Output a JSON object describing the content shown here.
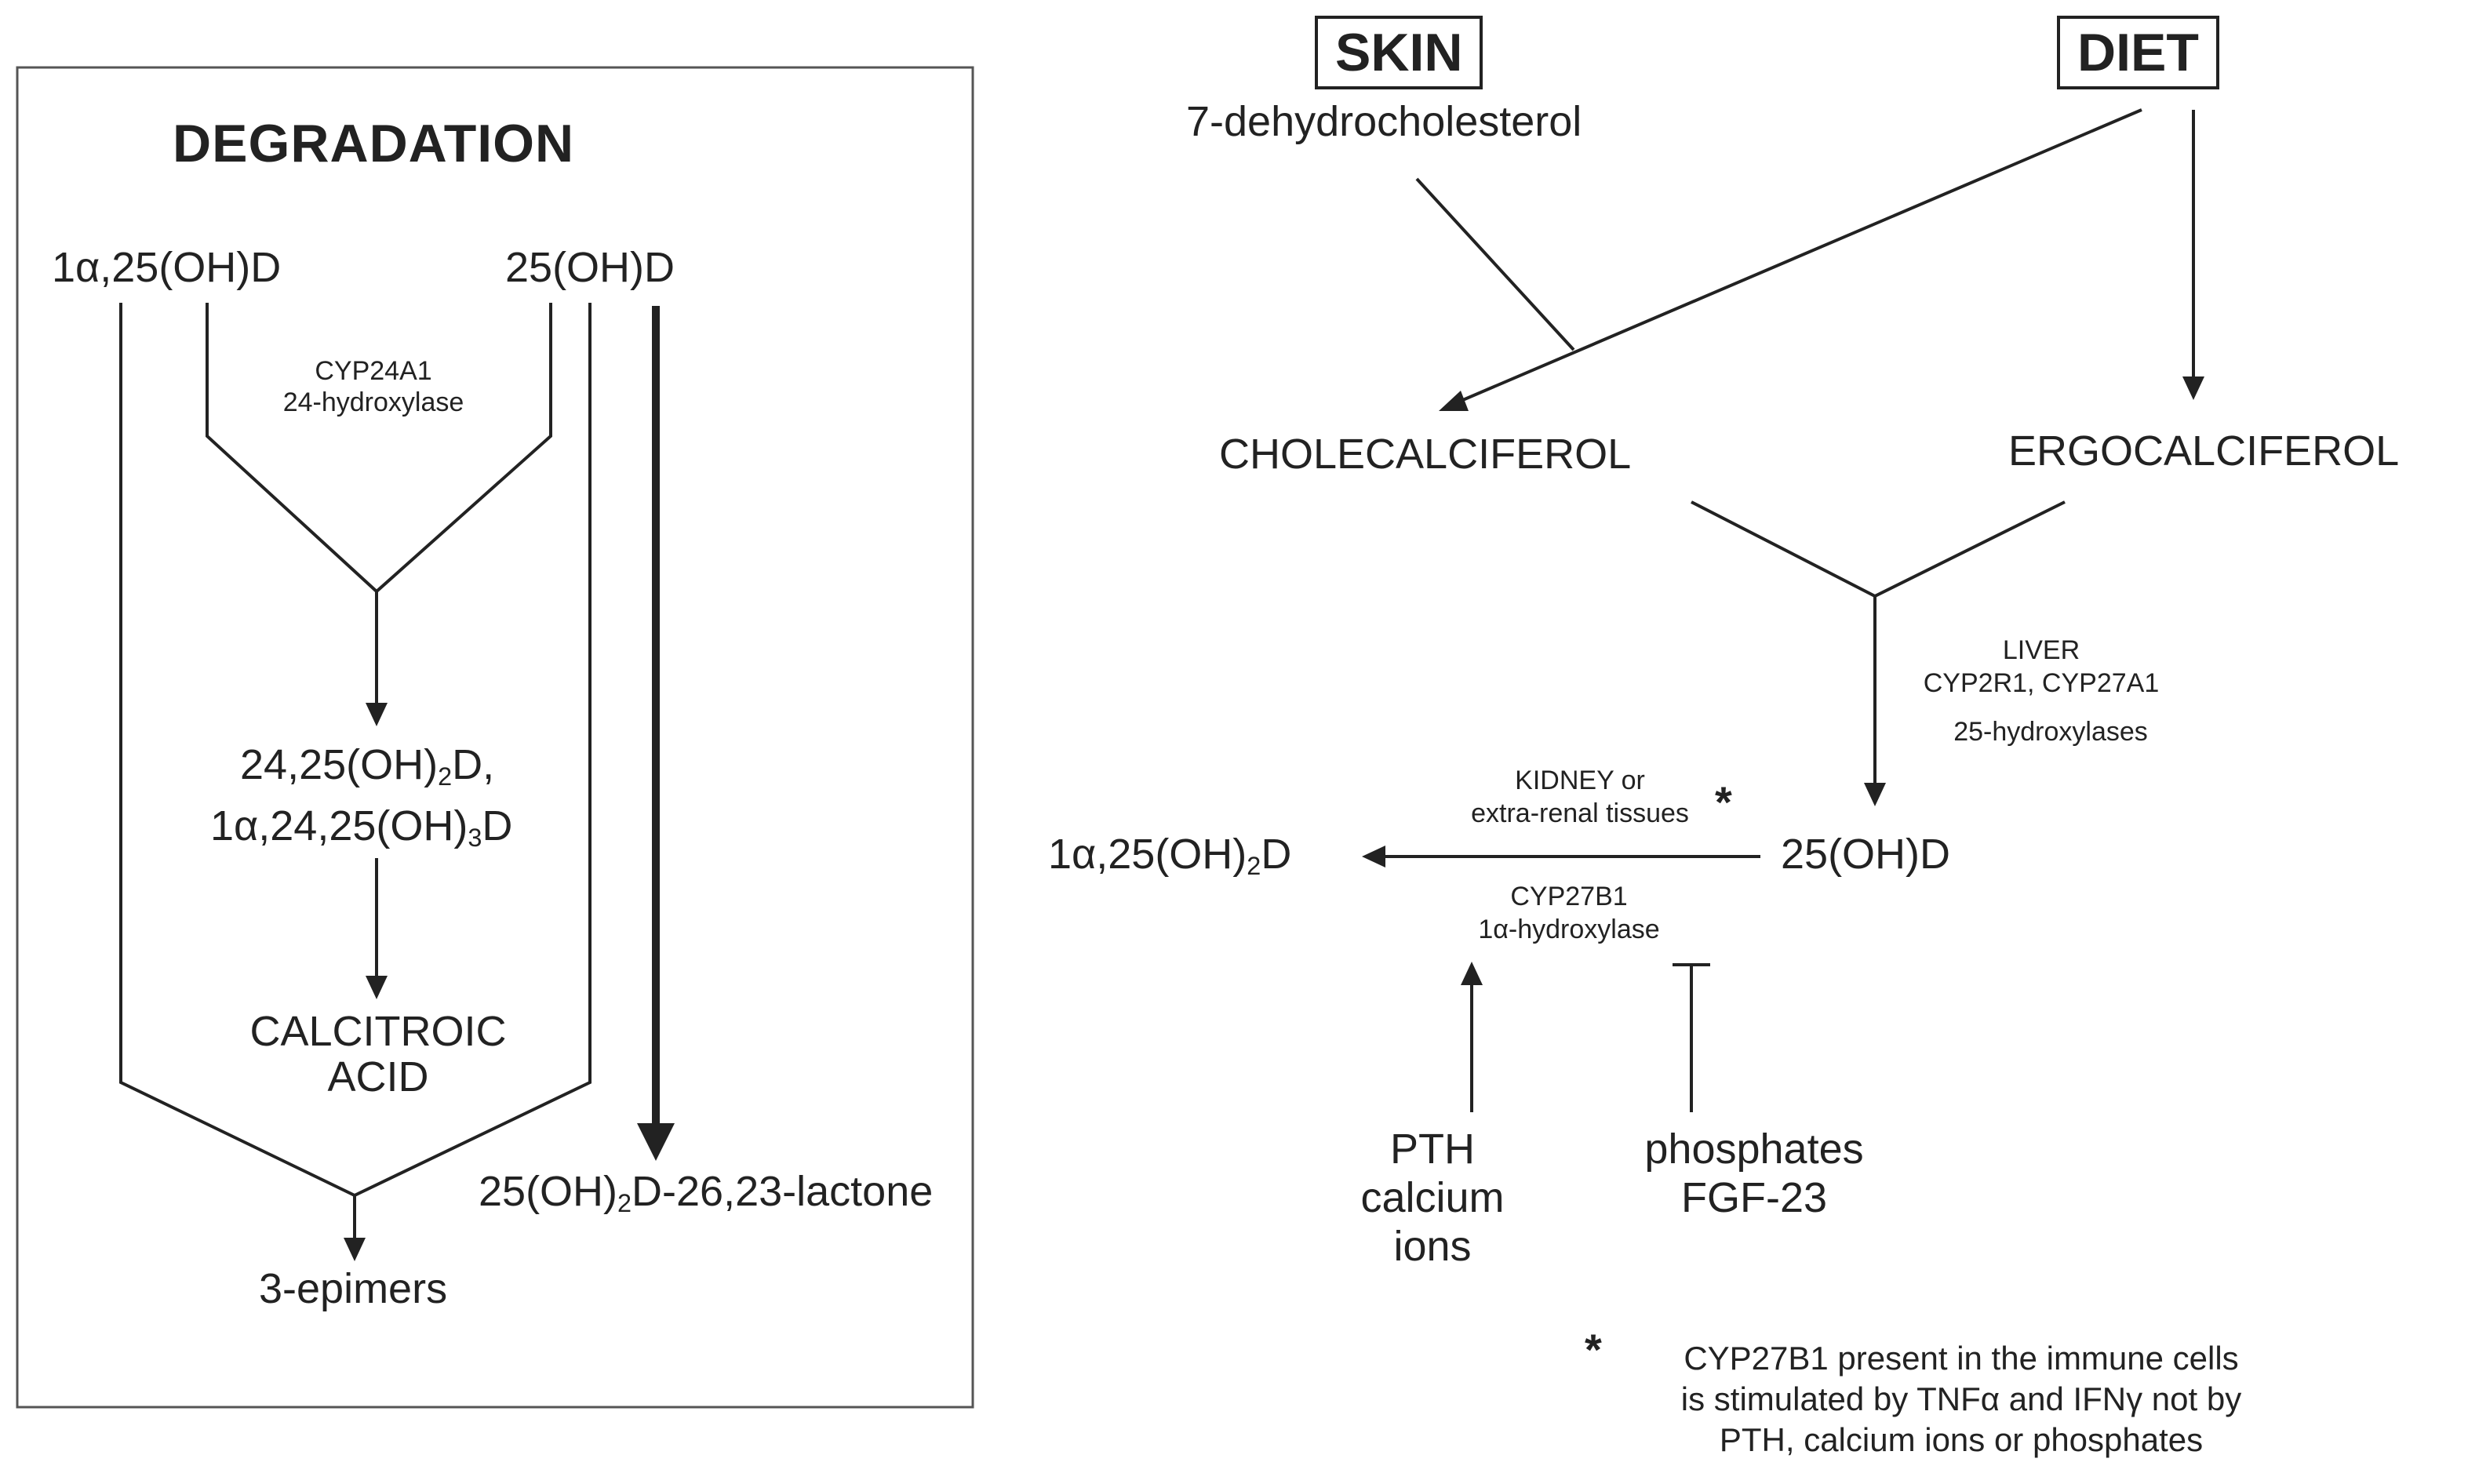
{
  "degradation": {
    "title": "DEGRADATION",
    "calcitriol_pre": "1α,25(OH)D",
    "calcidiol": "25(OH)D",
    "enzyme_line1": "CYP24A1",
    "enzyme_line2": "24-hydroxylase",
    "product1_line1": "24,25(OH)",
    "product1_line1_sub": "2",
    "product1_line1_post": "D,",
    "product2_pre": "1α,24,25(OH)",
    "product2_sub": "3",
    "product2_post": "D",
    "calcitroic_line1": "CALCITROIC",
    "calcitroic_line2": "ACID",
    "lactone_pre": "25(OH)",
    "lactone_sub": "2",
    "lactone_post": "D-26,23-lactone",
    "epimers": "3-epimers"
  },
  "synthesis": {
    "skin": "SKIN",
    "diet": "DIET",
    "precursor": "7-dehydrocholesterol",
    "cholecalciferol": "CHOLECALCIFEROL",
    "ergocalciferol": "ERGOCALCIFEROL",
    "liver_line1": "LIVER",
    "liver_line2": "CYP2R1, CYP27A1",
    "liver_line3": "25-hydroxylases",
    "calcidiol": "25(OH)D",
    "kidney_line1": "KIDNEY or",
    "kidney_line2": "extra-renal tissues",
    "asterisk": "*",
    "active_pre": "1α,25(OH)",
    "active_sub": "2",
    "active_post": "D",
    "cyp27b1_line1": "CYP27B1",
    "cyp27b1_line2": "1α-hydroxylase",
    "stimulators": [
      "PTH",
      "calcium",
      "ions"
    ],
    "inhibitors": [
      "phosphates",
      "FGF-23"
    ]
  },
  "footnote": {
    "star": "*",
    "line1": "CYP27B1 present in the immune cells",
    "line2": "is stimulated by TNFα  and IFNγ  not by",
    "line3": "PTH, calcium ions or phosphates"
  }
}
